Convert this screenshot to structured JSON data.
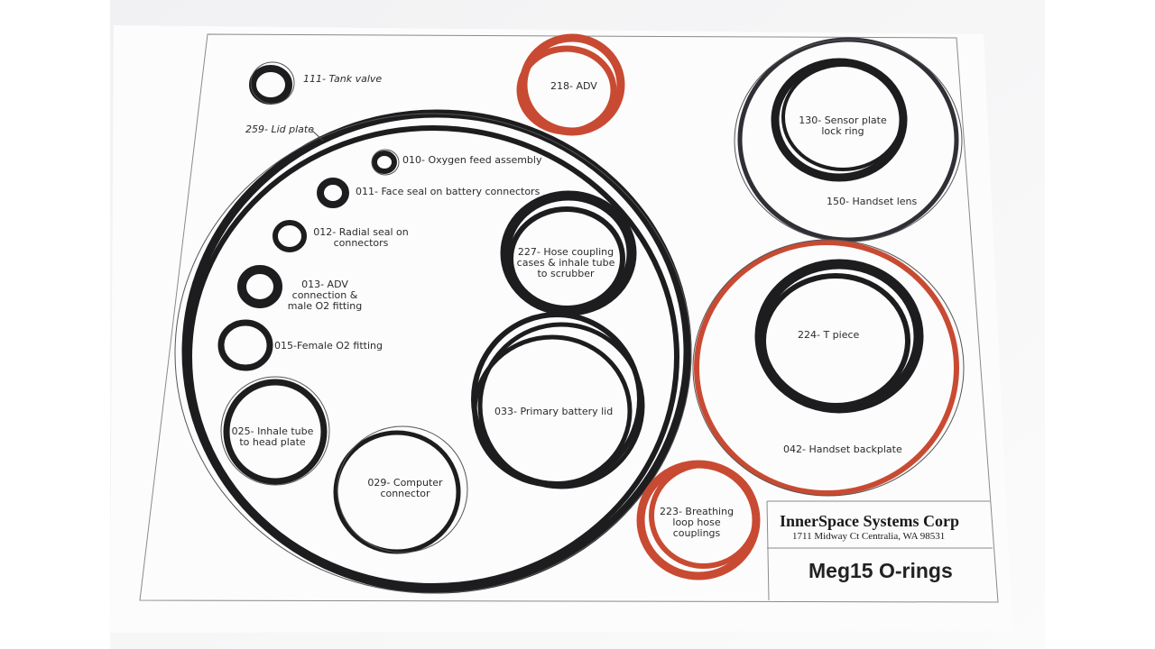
{
  "labels": {
    "tank_valve": "111- Tank valve",
    "lid_plate": "259- Lid plate",
    "adv_218": "218- ADV",
    "oxygen_feed": "010- Oxygen feed assembly",
    "face_seal": "011- Face seal on battery connectors",
    "radial_seal_1": "012- Radial seal on",
    "radial_seal_2": "connectors",
    "adv_013_1": "013- ADV",
    "adv_013_2": "connection &",
    "adv_013_3": "male O2 fitting",
    "female_o2": "015-Female O2 fitting",
    "inhale_tube_1": "025- Inhale tube",
    "inhale_tube_2": "to head plate",
    "computer_1": "029- Computer",
    "computer_2": "connector",
    "hose_coupling_1": "227- Hose coupling",
    "hose_coupling_2": "cases & inhale tube",
    "hose_coupling_3": "to scrubber",
    "battery_lid": "033- Primary battery lid",
    "sensor_plate_1": "130- Sensor plate",
    "sensor_plate_2": "lock ring",
    "handset_lens": "150- Handset lens",
    "t_piece": "224- T piece",
    "handset_backplate": "042- Handset backplate",
    "breathing_1": "223- Breathing",
    "breathing_2": "loop hose",
    "breathing_3": "couplings"
  },
  "footer": {
    "company": "InnerSpace Systems Corp",
    "address": "1711 Midway Ct  Centralia, WA 98531",
    "kit_title": "Meg15 O-rings"
  },
  "colors": {
    "rubber_black": "#1d1d1f",
    "silicone_red": "#c94a32",
    "paper": "#fafafa",
    "background": "#ffffff"
  }
}
